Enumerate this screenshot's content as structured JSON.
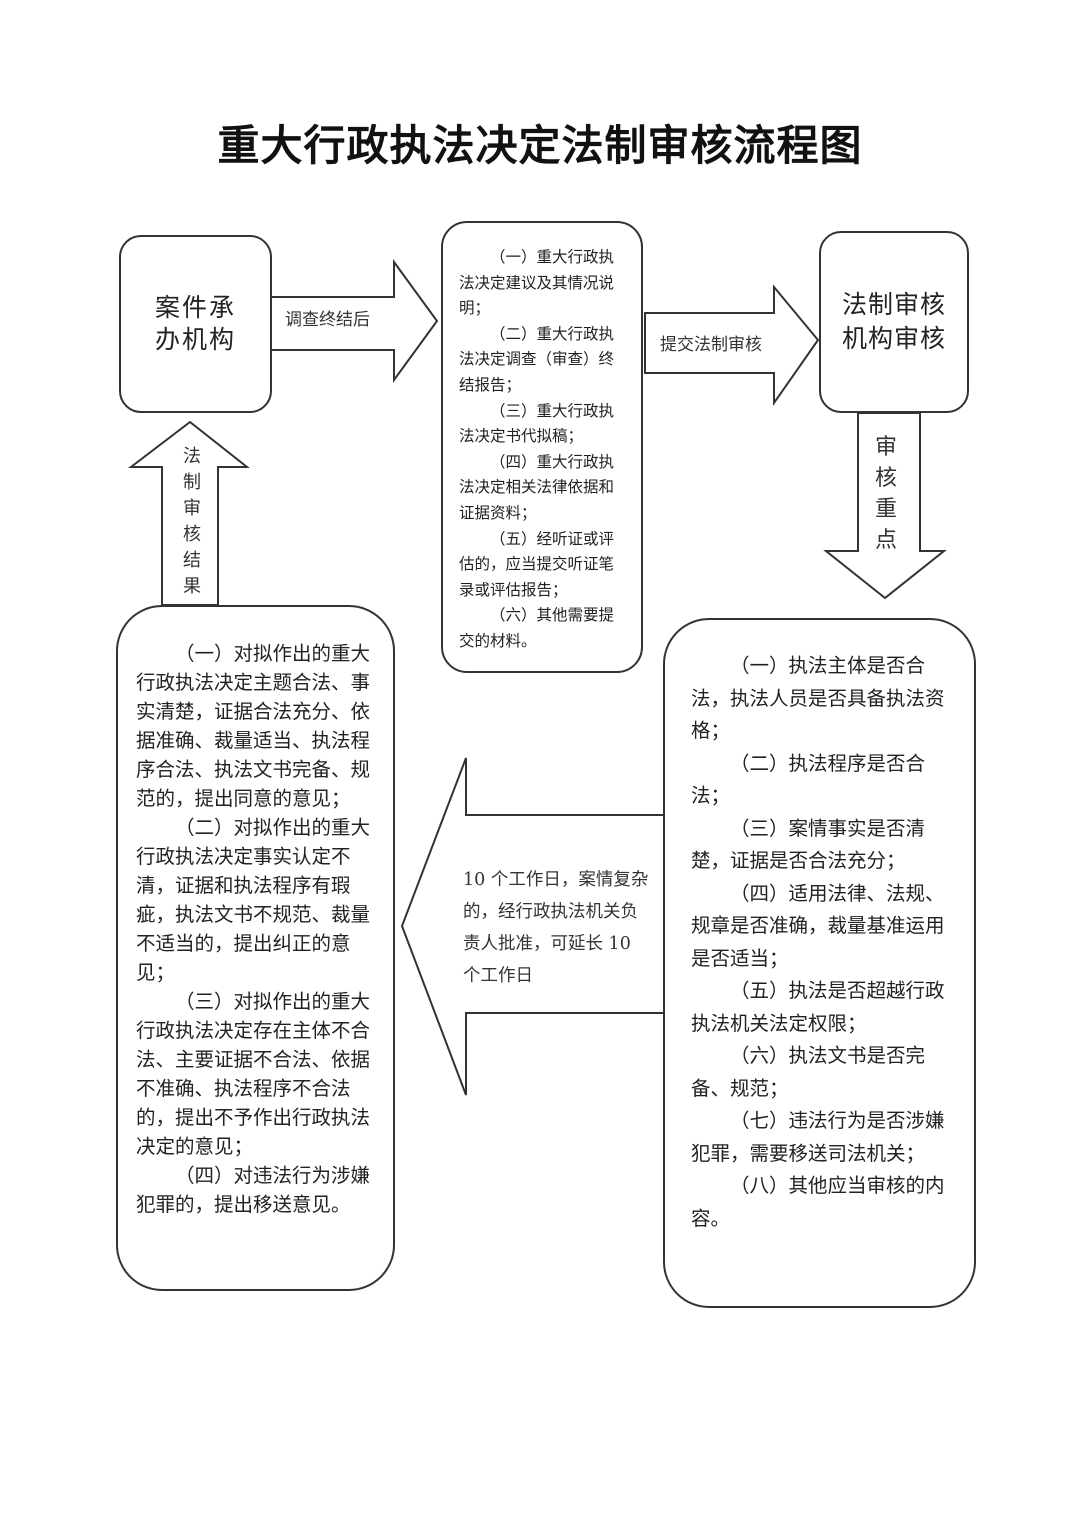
{
  "title": "重大行政执法决定法制审核流程图",
  "nodes": {
    "case_unit": "案件承办机构",
    "review_unit": "法制审核机构审核",
    "submit_materials": [
      "（一）重大行政执法决定建议及其情况说明；",
      "（二）重大行政执法决定调查（审查）终结报告；",
      "（三）重大行政执法决定书代拟稿；",
      "（四）重大行政执法决定相关法律依据和证据资料；",
      "（五）经听证或评估的，应当提交听证笔录或评估报告；",
      "（六）其他需要提交的材料。"
    ],
    "review_points": [
      "（一）执法主体是否合法，执法人员是否具备执法资格；",
      "（二）执法程序是否合法；",
      "（三）案情事实是否清楚，证据是否合法充分；",
      "（四）适用法律、法规、规章是否准确，裁量基准运用是否适当；",
      "（五）执法是否超越行政执法机关法定权限；",
      "（六）执法文书是否完备、规范；",
      "（七）违法行为是否涉嫌犯罪，需要移送司法机关；",
      "（八）其他应当审核的内容。"
    ],
    "review_results": [
      "（一）对拟作出的重大行政执法决定主题合法、事实清楚，证据合法充分、依据准确、裁量适当、执法程序合法、执法文书完备、规范的，提出同意的意见；",
      "（二）对拟作出的重大行政执法决定事实认定不清，证据和执法程序有瑕疵，执法文书不规范、裁量不适当的，提出纠正的意见；",
      "（三）对拟作出的重大行政执法决定存在主体不合法、主要证据不合法、依据不准确、执法程序不合法的，提出不予作出行政执法决定的意见；",
      "（四）对违法行为涉嫌犯罪的，提出移送意见。"
    ]
  },
  "arrows": {
    "after_investigation": "调查终结后",
    "submit_review": "提交法制审核",
    "review_focus": [
      "审",
      "核",
      "重",
      "点"
    ],
    "review_result": [
      "法",
      "制",
      "审",
      "核",
      "结",
      "果"
    ],
    "time_limit": "10 个工作日，案情复杂的，经行政执法机关负责人批准，可延长 10 个工作日"
  }
}
